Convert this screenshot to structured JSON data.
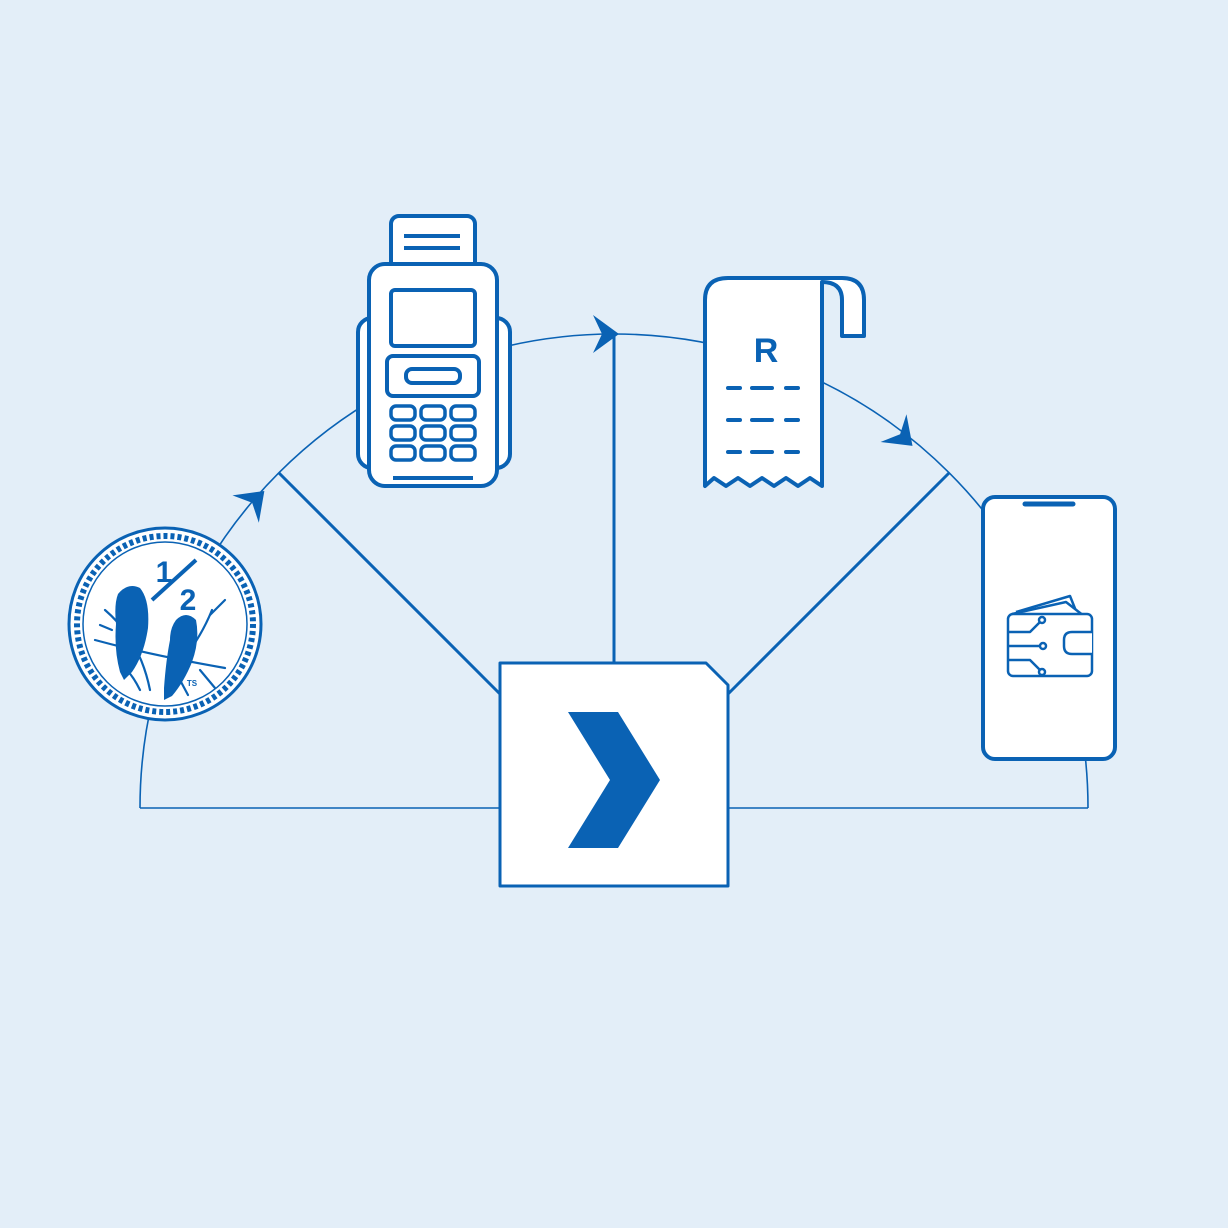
{
  "colors": {
    "background": "#e3eef8",
    "primary": "#0a62b4",
    "card": "#ffffff"
  },
  "nodes": [
    {
      "id": "coin",
      "icon": "half-cent-coin-icon",
      "fraction_top": "1",
      "fraction_bottom": "2",
      "mark": "TS"
    },
    {
      "id": "terminal",
      "icon": "card-terminal-icon"
    },
    {
      "id": "receipt",
      "icon": "receipt-icon",
      "letter": "R"
    },
    {
      "id": "phone",
      "icon": "phone-wallet-icon"
    }
  ],
  "hub": {
    "icon": "chevron-logo-icon"
  },
  "flow_arrows": [
    "arrow-coin-to-terminal",
    "arrow-terminal-to-receipt",
    "arrow-receipt-to-phone"
  ]
}
